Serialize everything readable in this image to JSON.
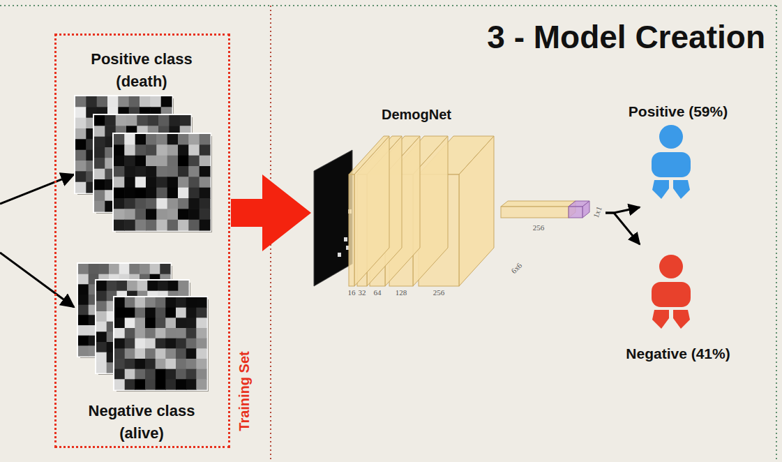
{
  "diagram": {
    "title": "3 - Model Creation",
    "nodes": [
      {
        "text": [
          "Training Set"
        ]
      },
      {
        "text": [
          "Positive class (death)"
        ],
        "in": 0
      },
      {
        "text": [
          "Negative class (alive)"
        ],
        "in": 0
      },
      {
        "text": [
          "DemogNet"
        ]
      },
      {
        "text": [
          "Positive (59%)"
        ]
      },
      {
        "text": [
          "Negative (41%)"
        ]
      }
    ],
    "edges": [
      {
        "from": 0,
        "to": 3,
        "arrow": "to"
      },
      {
        "from": 3,
        "to": 4,
        "arrow": "to"
      },
      {
        "from": 3,
        "to": 5,
        "arrow": "to"
      }
    ],
    "labels": [
      "16",
      "32",
      "64",
      "128",
      "256",
      "256",
      "6x6",
      "1x1"
    ]
  }
}
